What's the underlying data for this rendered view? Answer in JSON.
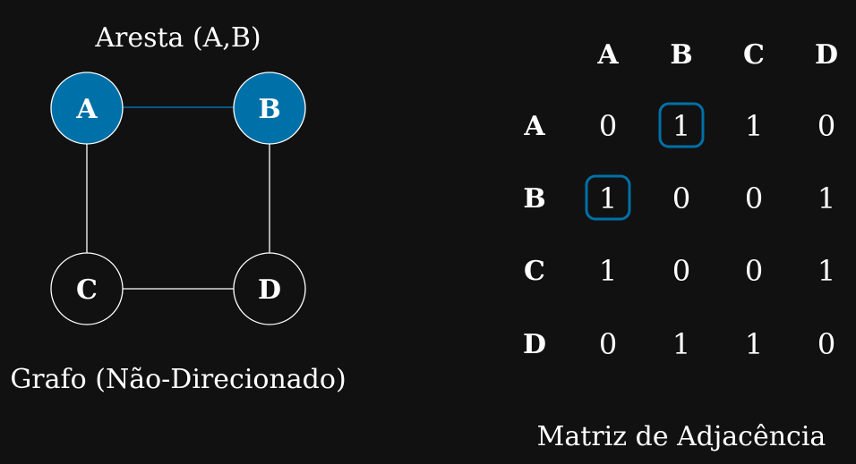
{
  "graph": {
    "edge_caption": "Aresta (A,B)",
    "caption": "Grafo (Não-Direcionado)",
    "nodes": [
      "A",
      "B",
      "C",
      "D"
    ],
    "highlight_color": "#0070A8",
    "edges": [
      [
        "A",
        "B"
      ],
      [
        "A",
        "C"
      ],
      [
        "B",
        "D"
      ],
      [
        "C",
        "D"
      ]
    ],
    "highlighted_edge": [
      "A",
      "B"
    ]
  },
  "matrix": {
    "caption": "Matriz de Adjacência",
    "col_headers": [
      "A",
      "B",
      "C",
      "D"
    ],
    "row_headers": [
      "A",
      "B",
      "C",
      "D"
    ],
    "rows": [
      [
        "0",
        "1",
        "1",
        "0"
      ],
      [
        "1",
        "0",
        "0",
        "1"
      ],
      [
        "1",
        "0",
        "0",
        "1"
      ],
      [
        "0",
        "1",
        "1",
        "0"
      ]
    ],
    "highlighted_cells": [
      [
        0,
        1
      ],
      [
        1,
        0
      ]
    ]
  }
}
